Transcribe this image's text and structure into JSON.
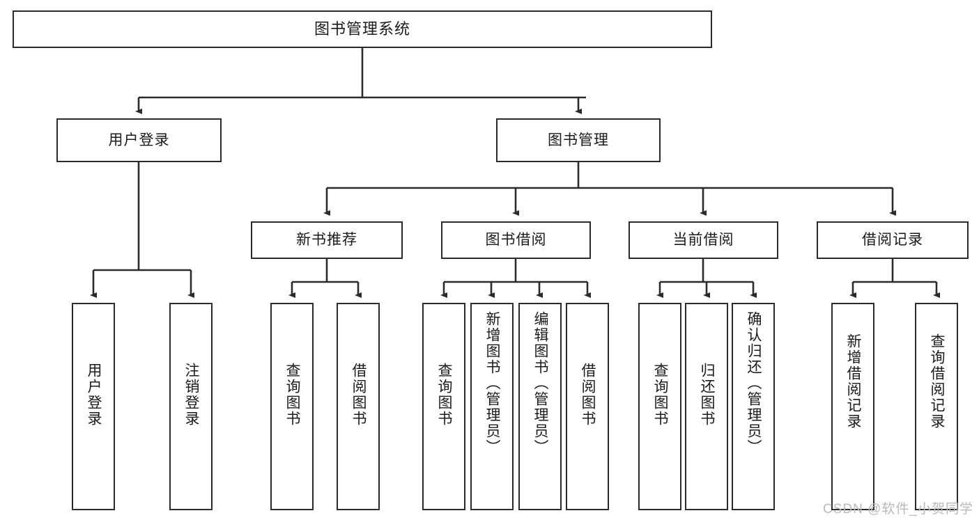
{
  "diagram": {
    "title": "图书管理系统",
    "root": {
      "label": "图书管理系统"
    },
    "level2": [
      {
        "label": "用户登录"
      },
      {
        "label": "图书管理"
      }
    ],
    "level3": [
      {
        "label": "新书推荐"
      },
      {
        "label": "图书借阅"
      },
      {
        "label": "当前借阅"
      },
      {
        "label": "借阅记录"
      }
    ],
    "leaves": {
      "user_login": [
        {
          "label": "用户登录"
        },
        {
          "label": "注销登录"
        }
      ],
      "new_book": [
        {
          "label": "查询图书"
        },
        {
          "label": "借阅图书"
        }
      ],
      "borrow_book": [
        {
          "label": "查询图书"
        },
        {
          "label": "新增图书（管理员）"
        },
        {
          "label": "编辑图书（管理员）"
        },
        {
          "label": "借阅图书"
        }
      ],
      "current_borrow": [
        {
          "label": "查询图书"
        },
        {
          "label": "归还图书"
        },
        {
          "label": "确认归还（管理员）"
        }
      ],
      "borrow_record": [
        {
          "label": "新增借阅记录"
        },
        {
          "label": "查询借阅记录"
        }
      ]
    }
  },
  "watermark": {
    "text": "CSDN @软件_小贺同学"
  },
  "colors": {
    "stroke": "#2b2b2b",
    "background": "#ffffff",
    "text": "#1a1a1a",
    "watermark": "#b9b9b9"
  }
}
